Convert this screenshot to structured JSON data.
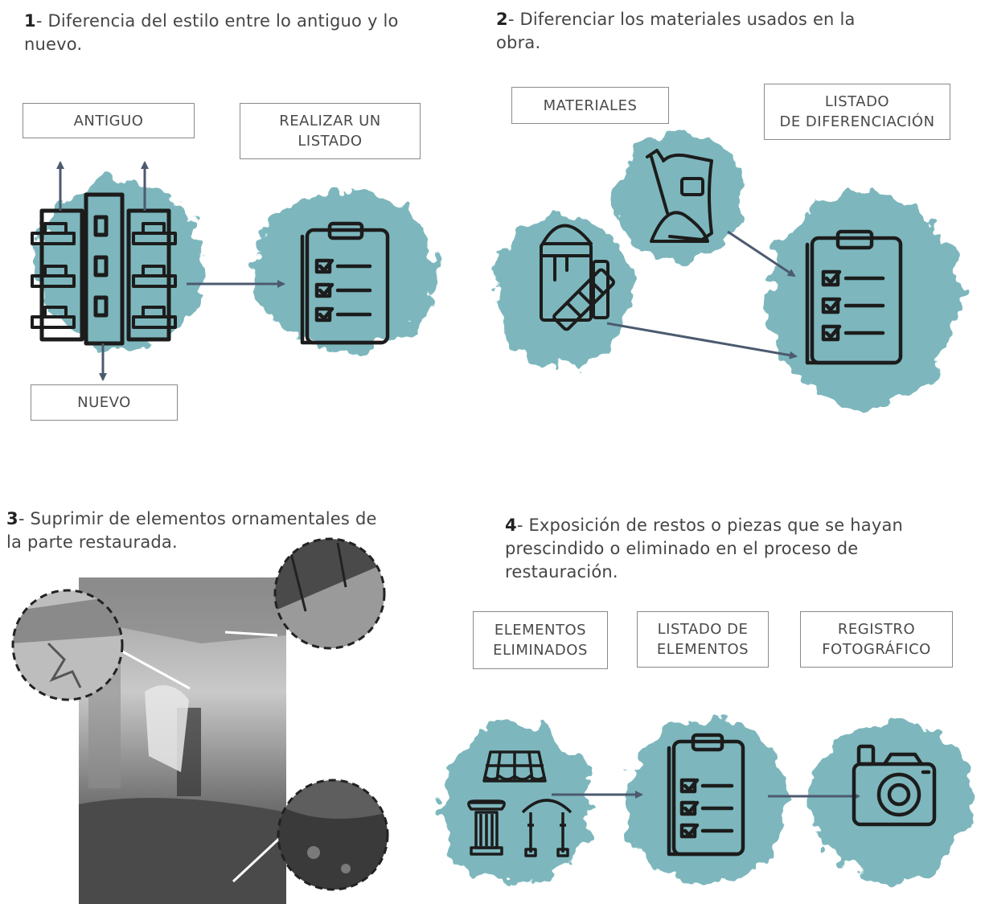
{
  "sections": {
    "s1": {
      "number": "1",
      "text": "- Diferencia del estilo entre lo antiguo y lo nuevo.",
      "boxes": {
        "antiguo": "ANTIGUO",
        "realizar": "REALIZAR UN\nLISTADO",
        "nuevo": "NUEVO"
      }
    },
    "s2": {
      "number": "2",
      "text": "- Diferenciar los materiales usados en la obra.",
      "boxes": {
        "materiales": "MATERIALES",
        "listado": "LISTADO\nDE DIFERENCIACIÓN"
      }
    },
    "s3": {
      "number": "3",
      "text": "- Suprimir de elementos ornamentales de la parte restaurada."
    },
    "s4": {
      "number": "4",
      "text": "- Exposición de restos o piezas que se hayan prescindido o eliminado en el proceso de restauración.",
      "boxes": {
        "eliminados": "ELEMENTOS\nELIMINADOS",
        "listado": "LISTADO DE\nELEMENTOS",
        "registro": "REGISTRO\nFOTOGRÁFICO"
      }
    }
  },
  "colors": {
    "watercolor": "#6fb0b6",
    "arrow": "#4c5a70",
    "icon": "#1c1c1c",
    "box_border": "#8a8a8a"
  },
  "icons": [
    "building-icon",
    "clipboard-checklist-icon",
    "paint-bucket-icon",
    "cement-bag-icon",
    "roof-tiles-icon",
    "column-icon",
    "arch-icon",
    "camera-icon"
  ]
}
